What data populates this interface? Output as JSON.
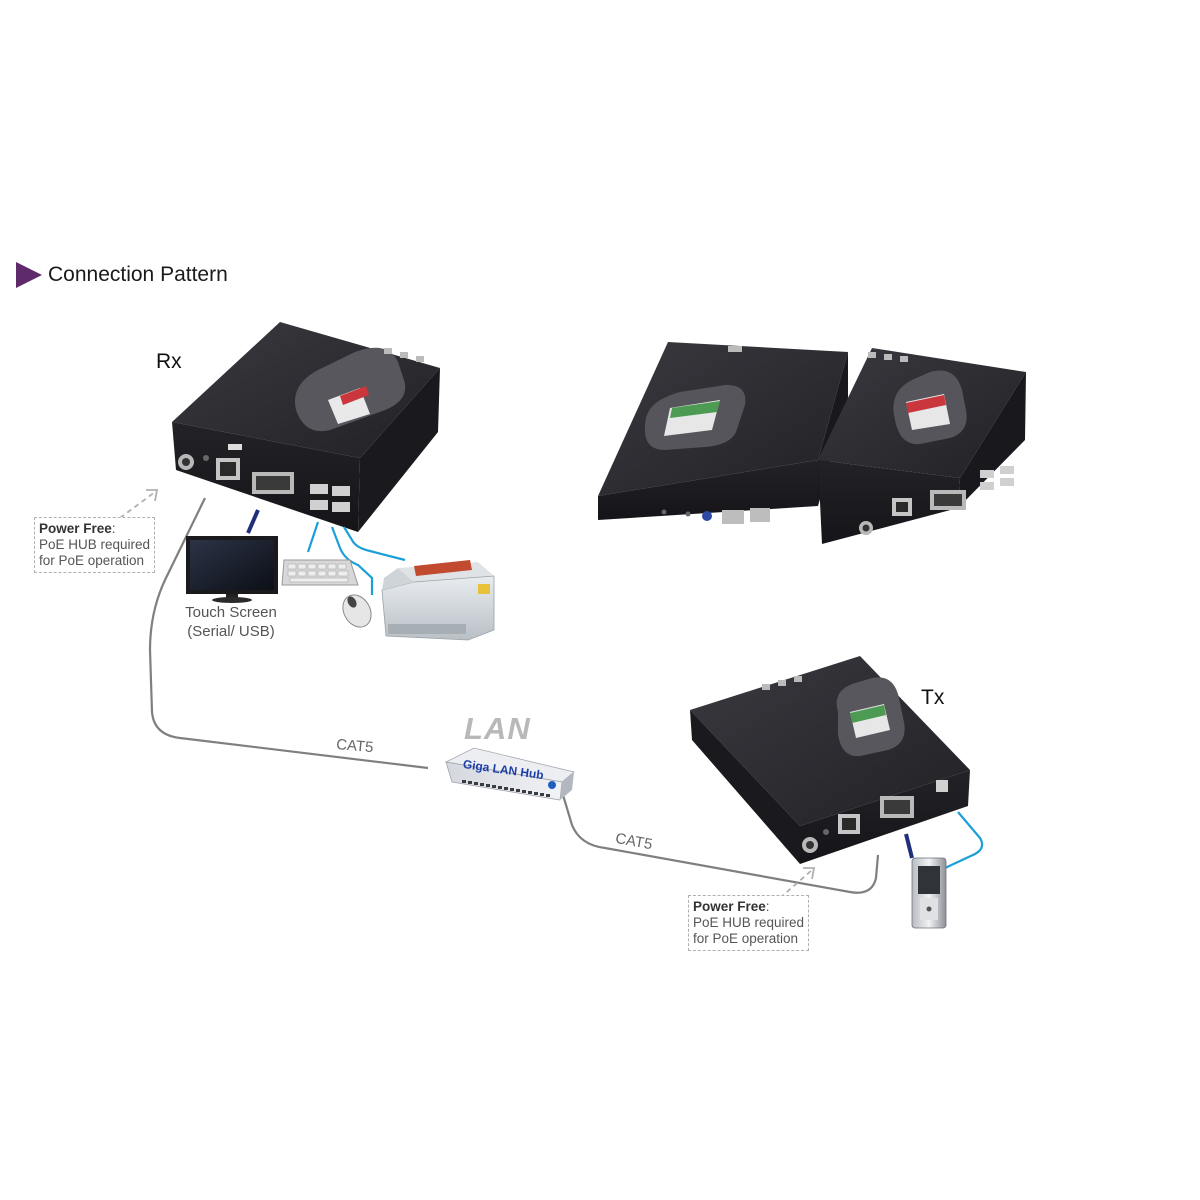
{
  "heading": "Connection Pattern",
  "rx": {
    "label": "Rx"
  },
  "tx": {
    "label": "Tx"
  },
  "lan": {
    "label": "LAN",
    "hub_label": "Giga LAN Hub"
  },
  "cables": {
    "cat5_left": "CAT5",
    "cat5_right": "CAT5"
  },
  "touch_screen": {
    "line1": "Touch Screen",
    "line2": "(Serial/ USB)"
  },
  "power_note": {
    "title": "Power Free",
    "colon": ":",
    "line2": "PoE HUB required",
    "line3": "for PoE operation"
  },
  "colors": {
    "accent_triangle": "#5e2a6b",
    "device_body": "#2b2a2f",
    "cable_gray": "#7f7f7f",
    "usb_blue": "#1a9fd9",
    "video_navy": "#1f2f7a"
  },
  "icons": {
    "heading": "triangle-right-icon",
    "display": "monitor-icon",
    "keyboard": "keyboard-icon",
    "mouse": "mouse-icon",
    "printer": "printer-icon",
    "pc": "pc-tower-icon",
    "hub": "network-switch-icon"
  }
}
